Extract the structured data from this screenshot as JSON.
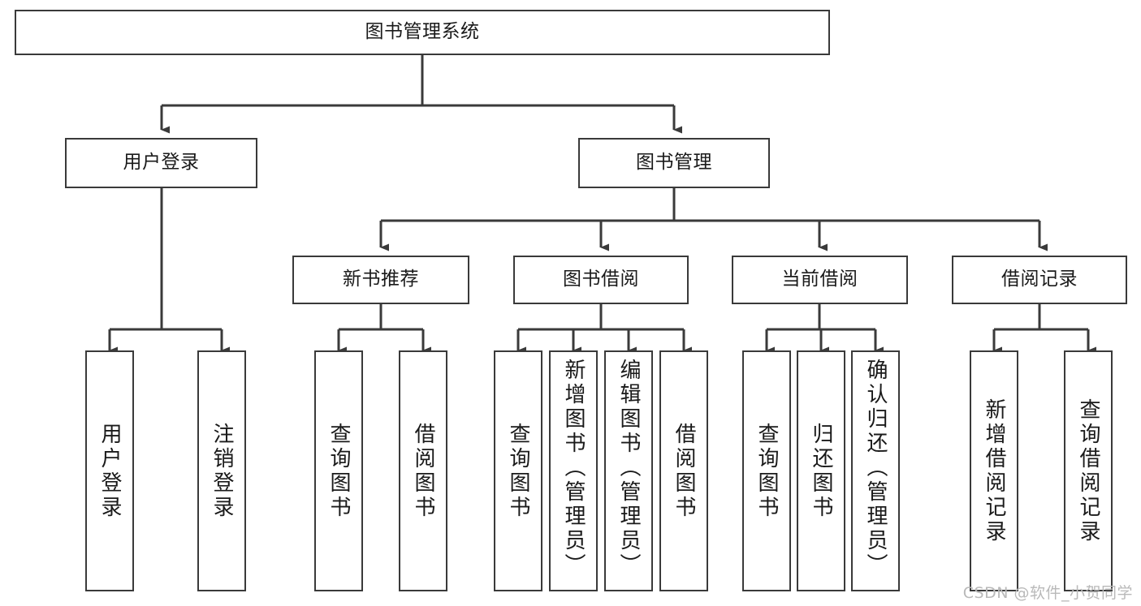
{
  "diagram": {
    "title": "图书管理系统",
    "type": "hierarchy-structure-chart",
    "colors": {
      "box_border": "#3a3a3a",
      "box_fill": "#ffffff",
      "connector": "#3a3a3a",
      "text": "#1a1a1a",
      "watermark": "#b9b9b9"
    },
    "levels": [
      {
        "level": 1,
        "nodes": [
          {
            "id": "root",
            "label": "图书管理系统",
            "orientation": "horizontal"
          }
        ]
      },
      {
        "level": 2,
        "nodes": [
          {
            "id": "login",
            "label": "用户登录",
            "orientation": "horizontal",
            "parent": "root"
          },
          {
            "id": "bookmgmt",
            "label": "图书管理",
            "orientation": "horizontal",
            "parent": "root"
          }
        ]
      },
      {
        "level": 3,
        "nodes": [
          {
            "id": "newbook",
            "label": "新书推荐",
            "orientation": "horizontal",
            "parent": "bookmgmt"
          },
          {
            "id": "borrow",
            "label": "图书借阅",
            "orientation": "horizontal",
            "parent": "bookmgmt"
          },
          {
            "id": "current",
            "label": "当前借阅",
            "orientation": "horizontal",
            "parent": "bookmgmt"
          },
          {
            "id": "record",
            "label": "借阅记录",
            "orientation": "horizontal",
            "parent": "bookmgmt"
          }
        ]
      },
      {
        "level": 4,
        "nodes": [
          {
            "id": "leaf-user-login",
            "label": "用户登录",
            "orientation": "vertical",
            "parent": "login"
          },
          {
            "id": "leaf-user-logout",
            "label": "注销登录",
            "orientation": "vertical",
            "parent": "login"
          },
          {
            "id": "leaf-query-book-1",
            "label": "查询图书",
            "orientation": "vertical",
            "parent": "newbook"
          },
          {
            "id": "leaf-borrow-book-1",
            "label": "借阅图书",
            "orientation": "vertical",
            "parent": "newbook"
          },
          {
            "id": "leaf-query-book-2",
            "label": "查询图书",
            "orientation": "vertical",
            "parent": "borrow"
          },
          {
            "id": "leaf-add-book",
            "label": "新增图书（管理员）",
            "orientation": "vertical",
            "parent": "borrow"
          },
          {
            "id": "leaf-edit-book",
            "label": "编辑图书（管理员）",
            "orientation": "vertical",
            "parent": "borrow"
          },
          {
            "id": "leaf-borrow-book-2",
            "label": "借阅图书",
            "orientation": "vertical",
            "parent": "borrow"
          },
          {
            "id": "leaf-query-book-3",
            "label": "查询图书",
            "orientation": "vertical",
            "parent": "current"
          },
          {
            "id": "leaf-return-book",
            "label": "归还图书",
            "orientation": "vertical",
            "parent": "current"
          },
          {
            "id": "leaf-confirm-return",
            "label": "确认归还（管理员）",
            "orientation": "vertical",
            "parent": "current"
          },
          {
            "id": "leaf-add-record",
            "label": "新增借阅记录",
            "orientation": "vertical",
            "parent": "record"
          },
          {
            "id": "leaf-query-record",
            "label": "查询借阅记录",
            "orientation": "vertical",
            "parent": "record"
          }
        ]
      }
    ]
  },
  "watermark": {
    "text": "CSDN @软件_小贺同学"
  }
}
